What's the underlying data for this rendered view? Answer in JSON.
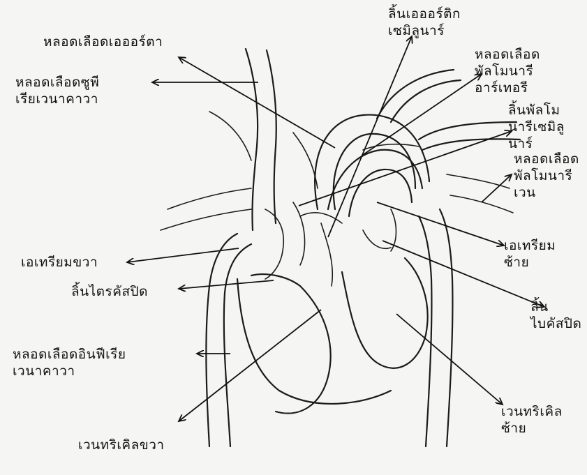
{
  "labels": {
    "aorta": "หลอดเลือดเอออร์ตา",
    "aortic_valve": "ลิ้นเอออร์ติก\nเซมิลูนาร์",
    "pulmonary_artery": "หลอดเลือด\nพัลโมนารี\nอาร์เทอรี",
    "superior_vena_cava": "หลอดเลือดซูพี\nเรียเวนาคาวา",
    "pulmonary_valve": "ลิ้นพัลโม\nนารีเซมิลูนาร์",
    "pulmonary_vein": "หลอดเลือด\nพัลโมนารี\nเวน",
    "right_atrium": "เอเทรียมขวา",
    "left_atrium": "เอเทรียม\nซ้าย",
    "tricuspid_valve": "ลิ้นไตรคัสปิด",
    "mitral_valve": "ลิ้น\nไบคัสปิด",
    "inferior_vena_cava": "หลอดเลือดอินฟีเรีย\nเวนาคาวา",
    "left_ventricle": "เวนทริเคิล\nซ้าย",
    "right_ventricle": "เวนทริเคิลขวา"
  }
}
